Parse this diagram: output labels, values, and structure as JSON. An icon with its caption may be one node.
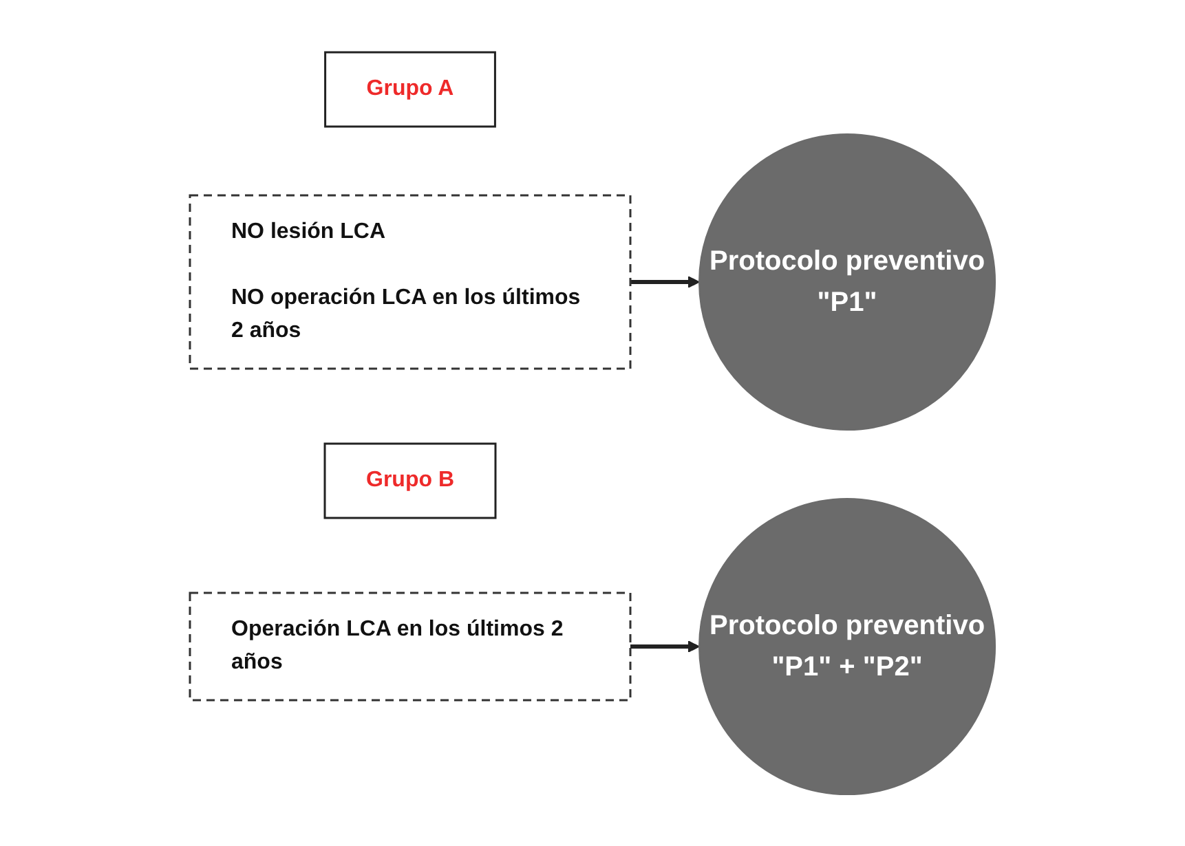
{
  "diagram": {
    "nodes": [
      {
        "text": [
          "Grupo A"
        ]
      },
      {
        "text": [
          "NO lesión LCA",
          "NO operación LCA en los últimos 2 años"
        ]
      },
      {
        "text": [
          "Protocolo preventivo",
          "\"P1\""
        ]
      },
      {
        "text": [
          "Grupo B"
        ]
      },
      {
        "text": [
          "Operación LCA en los últimos 2 años"
        ]
      },
      {
        "text": [
          "Protocolo preventivo",
          "\"P1\" + \"P2\""
        ]
      }
    ],
    "edges": [
      {
        "from": 1,
        "to": 2,
        "arrow": "to"
      },
      {
        "from": 4,
        "to": 5,
        "arrow": "to"
      }
    ]
  }
}
